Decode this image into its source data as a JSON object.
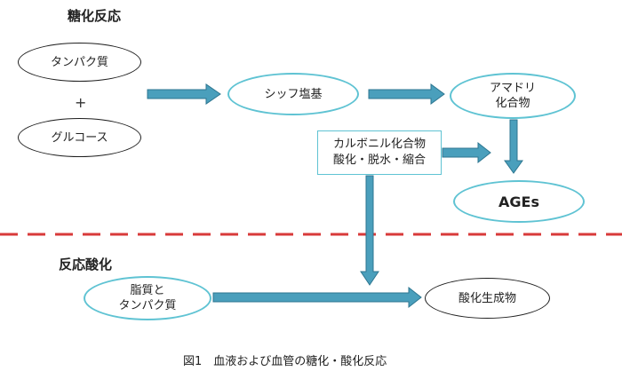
{
  "glycation": {
    "title": "糖化反応",
    "protein": "タンパク質",
    "plus": "+",
    "glucose": "グルコース",
    "schiff_base": "シッフ塩基",
    "amadori": "アマドリ\n化合物",
    "carbonyl": "カルボニル化合物\n酸化・脱水・縮合",
    "ages": "AGEs"
  },
  "oxidation": {
    "title": "反応酸化",
    "lipid_protein": "脂質と\nタンパク質",
    "oxidation_product": "酸化生成物"
  },
  "caption": "図1　血液および血管の糖化・酸化反応",
  "colors": {
    "arrow": "#4a9fbc",
    "arrow_edge": "#2d7690",
    "teal_border": "#5fc3d3",
    "divider": "#d83a3a"
  }
}
